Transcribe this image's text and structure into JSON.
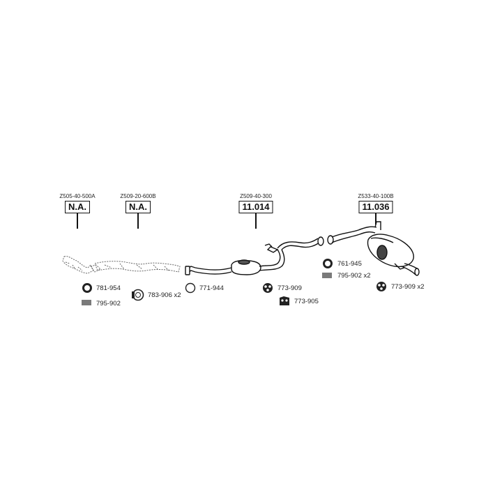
{
  "parts": [
    {
      "code": "Z505-40-500A",
      "label": "N.A."
    },
    {
      "code": "Z509-20-600B",
      "label": "N.A."
    },
    {
      "code": "Z509-40-300",
      "label": "11.014"
    },
    {
      "code": "Z533-40-100B",
      "label": "11.036"
    }
  ],
  "accessories": [
    {
      "label": "781-954",
      "icon": "ring-icon"
    },
    {
      "label": "795-902",
      "icon": "spring-icon"
    },
    {
      "label": "783-906 x2",
      "icon": "clamp-icon"
    },
    {
      "label": "771-944",
      "icon": "gasket-ring-icon"
    },
    {
      "label": "773-909",
      "icon": "rubber-hanger-icon"
    },
    {
      "label": "773-905",
      "icon": "rubber-mount-icon"
    },
    {
      "label": "761-945",
      "icon": "ring-icon"
    },
    {
      "label": "795-902 x2",
      "icon": "spring-icon"
    },
    {
      "label": "773-909 x2",
      "icon": "rubber-hanger-icon"
    }
  ]
}
